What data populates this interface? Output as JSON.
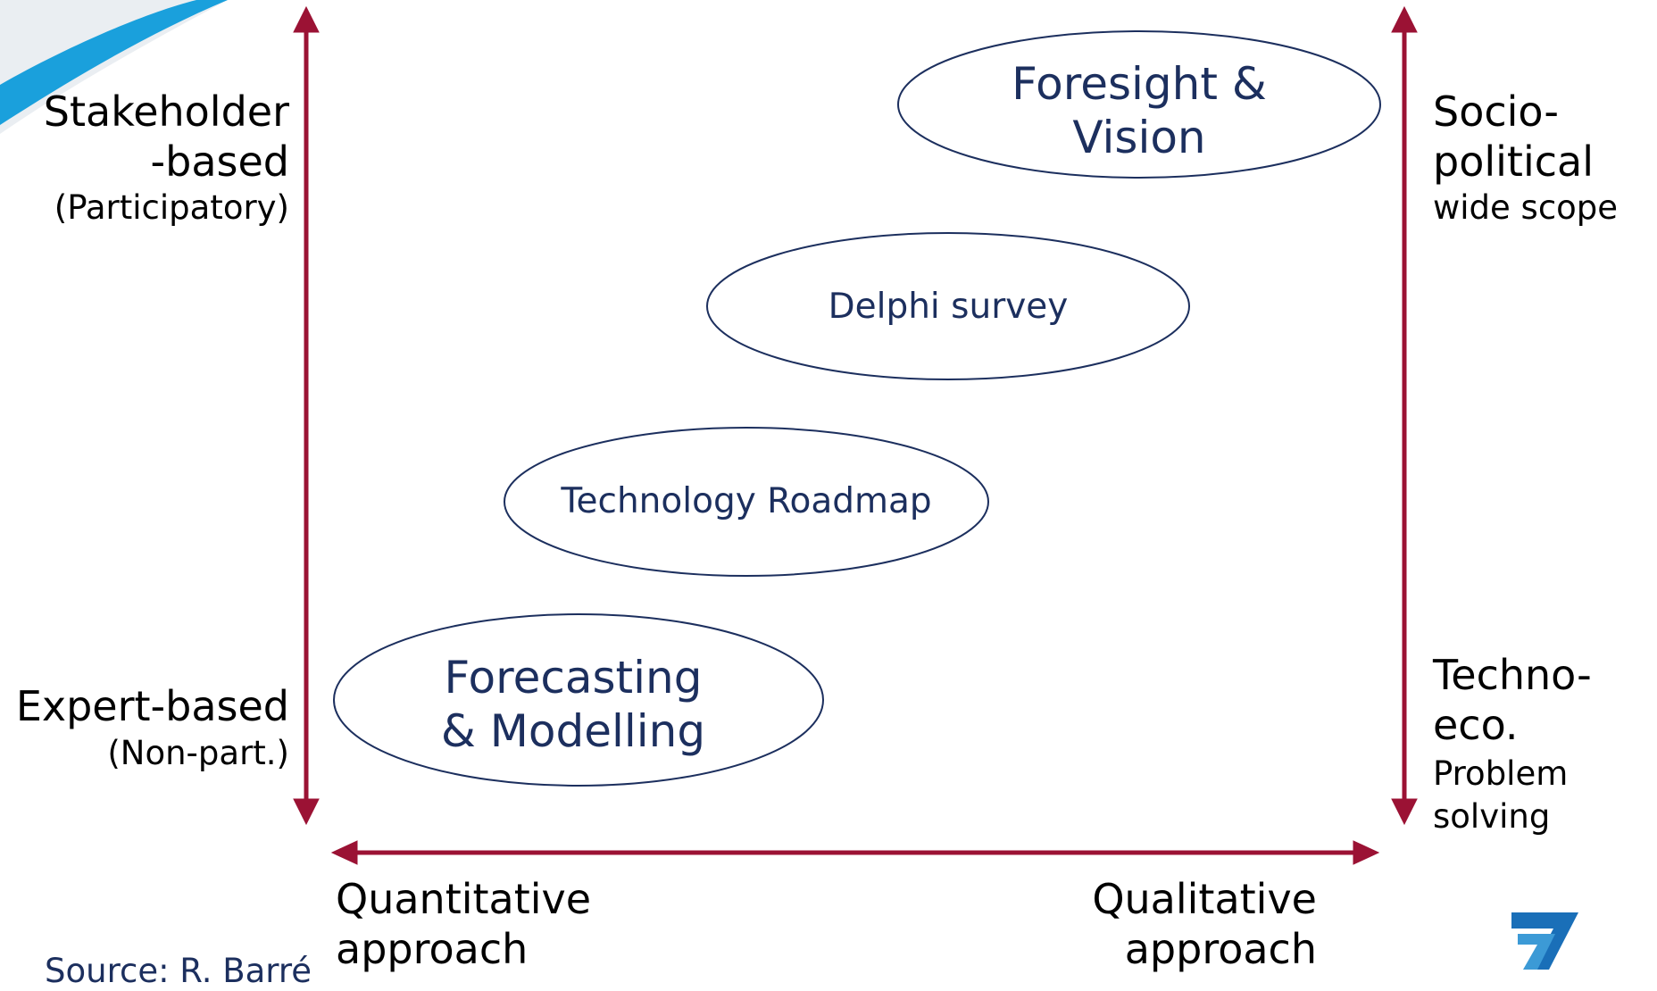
{
  "left_axis": {
    "top_label": [
      "Stakeholder",
      "-based"
    ],
    "top_sublabel": "(Participatory)",
    "bottom_label": "Expert-based",
    "bottom_sublabel": "(Non-part.)"
  },
  "right_axis": {
    "top_label": [
      "Socio-",
      "political"
    ],
    "top_sublabel": "wide scope",
    "bottom_label": [
      "Techno-",
      "eco."
    ],
    "bottom_sublabel": [
      "Problem",
      "solving"
    ]
  },
  "bottom_axis": {
    "left_label": [
      "Quantitative",
      "approach"
    ],
    "right_label": [
      "Qualitative",
      "approach"
    ]
  },
  "methods": [
    {
      "label": [
        "Foresight &",
        "Vision"
      ]
    },
    {
      "label": [
        "Delphi survey"
      ]
    },
    {
      "label": [
        "Technology Roadmap"
      ]
    },
    {
      "label": [
        "Forecasting",
        "& Modelling"
      ]
    }
  ],
  "footer": {
    "source": "Source: R. Barré"
  },
  "colors": {
    "axis": "#9b1234",
    "ellipse_text": "#1c2f5e",
    "ellipse_stroke": "#1c2f5e",
    "corner_banner": "#1aa0dc"
  },
  "icons": {
    "corner": "decorative-banner",
    "logo": "fp7-logo"
  }
}
